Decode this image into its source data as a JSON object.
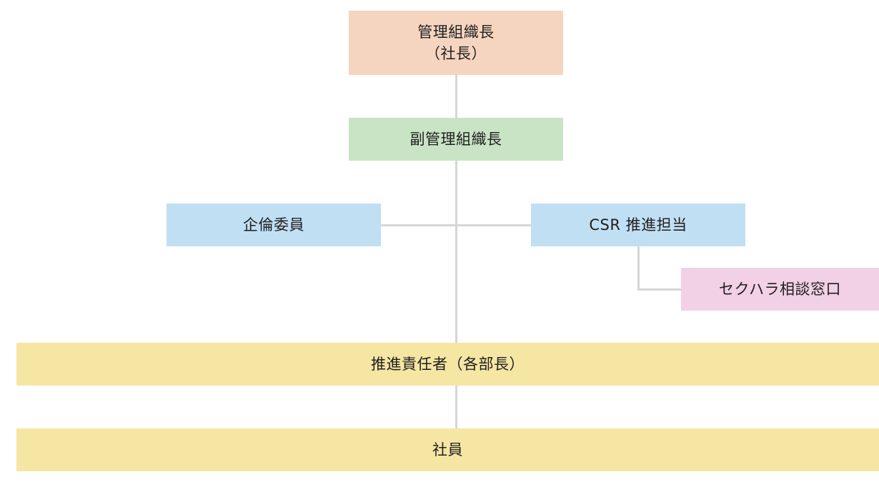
{
  "org_chart": {
    "president": {
      "line1": "管理組織長",
      "line2": "（社長）",
      "color": "#f5d5c0"
    },
    "vice": {
      "label": "副管理組織長",
      "color": "#c9e4c5"
    },
    "planning": {
      "label": "企倫委員",
      "color": "#c1dff3"
    },
    "csr": {
      "label": "CSR 推進担当",
      "color": "#c1dff3"
    },
    "harassment": {
      "label": "セクハラ相談窓口",
      "color": "#f2d0e6"
    },
    "managers": {
      "label": "推進責任者（各部長）",
      "color": "#f6e6a4"
    },
    "employees": {
      "label": "社員",
      "color": "#f6e6a4"
    },
    "connector_color": "#d6d6d6"
  }
}
